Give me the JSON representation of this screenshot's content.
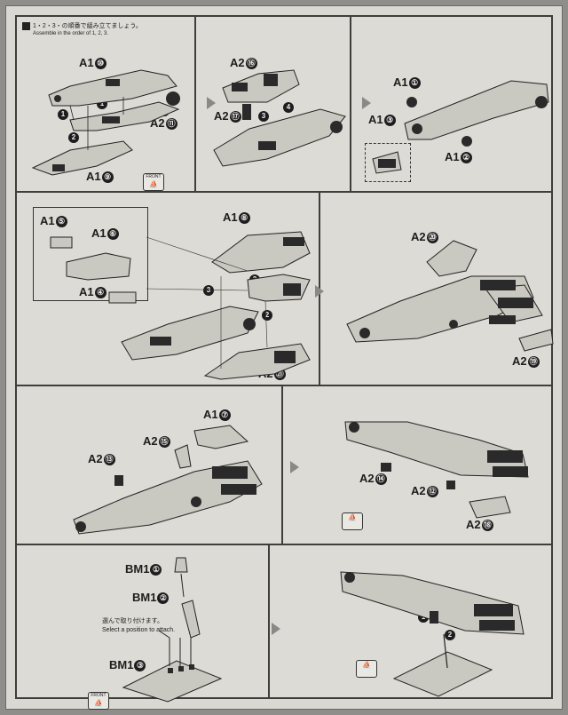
{
  "header": {
    "text_jp": "1・2・3・の順番で組み立てましょう。",
    "text_en": "Assemble in the order of 1, 2, 3."
  },
  "colors": {
    "paper": "#d9d8d2",
    "line": "#3f3e3b",
    "ink": "#1d1d1d"
  },
  "panels": {
    "p1": {
      "parts": [
        {
          "name": "A1",
          "num": "⑩"
        },
        {
          "name": "A2",
          "num": "⑪"
        },
        {
          "name": "A1",
          "num": "⑨"
        }
      ],
      "steps": [
        "1",
        "1",
        "1",
        "1",
        "2"
      ]
    },
    "p2": {
      "parts": [
        {
          "name": "A2",
          "num": "⑯"
        },
        {
          "name": "A2",
          "num": "⑰"
        }
      ],
      "steps": [
        "3",
        "4"
      ]
    },
    "p3": {
      "parts": [
        {
          "name": "A1",
          "num": "①"
        },
        {
          "name": "A1",
          "num": "③"
        },
        {
          "name": "A1",
          "num": "②"
        }
      ]
    },
    "p4": {
      "parts": [
        {
          "name": "A1",
          "num": "⑤"
        },
        {
          "name": "A1",
          "num": "⑥"
        },
        {
          "name": "A1",
          "num": "④"
        },
        {
          "name": "A1",
          "num": "⑧"
        },
        {
          "name": "A2",
          "num": "㉑"
        }
      ],
      "steps": [
        "3",
        "3",
        "2",
        "2",
        "1"
      ]
    },
    "p5": {
      "parts": [
        {
          "name": "A2",
          "num": "⑳"
        },
        {
          "name": "A2",
          "num": "⑲"
        }
      ]
    },
    "p6": {
      "parts": [
        {
          "name": "A1",
          "num": "⑦"
        },
        {
          "name": "A2",
          "num": "⑮"
        },
        {
          "name": "A2",
          "num": "⑬"
        }
      ]
    },
    "p7": {
      "parts": [
        {
          "name": "A2",
          "num": "⑭"
        },
        {
          "name": "A2",
          "num": "⑫"
        },
        {
          "name": "A2",
          "num": "⑱"
        }
      ]
    },
    "p8": {
      "parts": [
        {
          "name": "BM1",
          "num": "①"
        },
        {
          "name": "BM1",
          "num": "②"
        },
        {
          "name": "BM1",
          "num": "③"
        }
      ],
      "select_jp": "選んで取り付けます。",
      "select_en": "Select a position to attach."
    },
    "p9": {
      "steps": [
        "1",
        "2"
      ]
    }
  },
  "badges": {
    "front": "FRONT"
  }
}
